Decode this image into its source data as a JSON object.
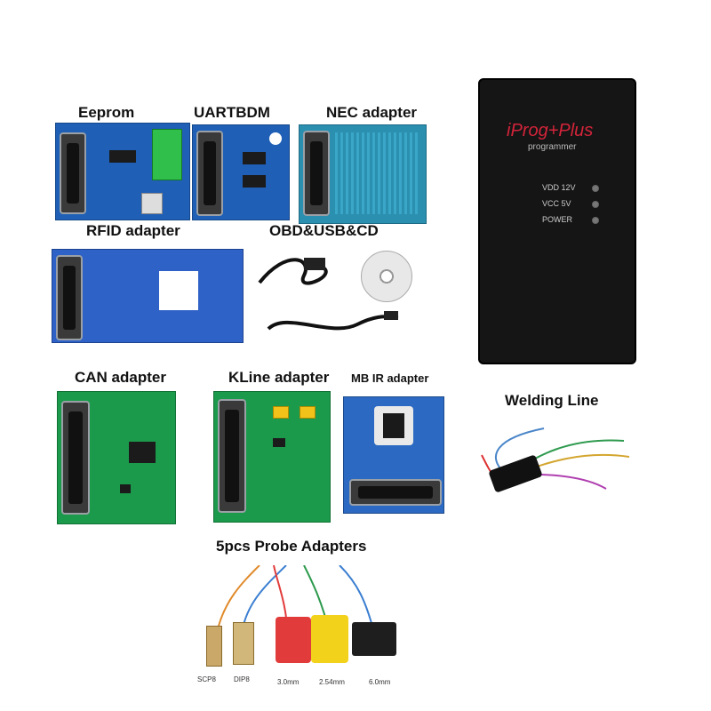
{
  "labels": {
    "eeprom": "Eeprom",
    "uartbdm": "UARTBDM",
    "nec": "NEC adapter",
    "rfid": "RFID adapter",
    "obd": "OBD&USB&CD",
    "can": "CAN adapter",
    "kline": "KLine adapter",
    "mbir": "MB IR adapter",
    "welding": "Welding Line",
    "probes": "5pcs Probe Adapters"
  },
  "device": {
    "brand": "iProg+Plus",
    "subtitle": "programmer",
    "led1": "VDD 12V",
    "led2": "VCC 5V",
    "led3": "POWER"
  },
  "probe_labels": [
    "SCP8",
    "DIP8",
    "3.0mm",
    "2.54mm",
    "6.0mm"
  ],
  "colors": {
    "pcb_blue": "#1f5fb5",
    "pcb_green": "#1c9a4c",
    "brand_red": "#d4243a",
    "probe_red": "#e23b3b",
    "probe_yellow": "#f2d21b"
  }
}
